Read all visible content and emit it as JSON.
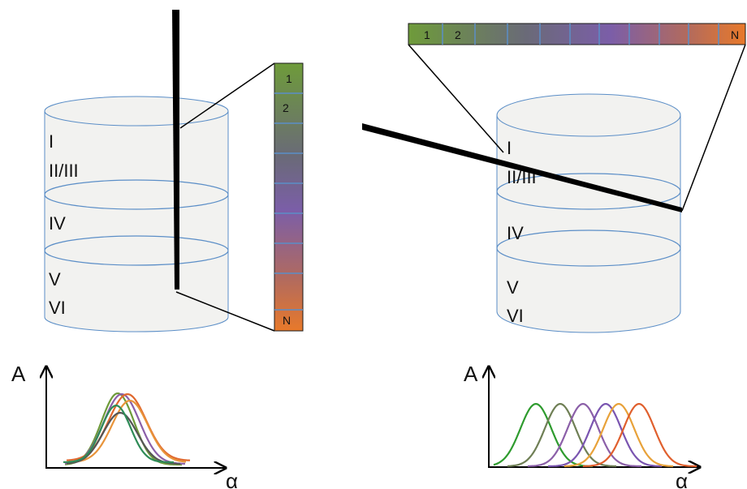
{
  "left_panel": {
    "layers": [
      "I",
      "II/III",
      "IV",
      "V",
      "VI"
    ],
    "probe_labels": [
      "1",
      "2",
      "N"
    ],
    "curve_colors": [
      "#6e9b3a",
      "#8b5fa8",
      "#e0682e",
      "#e8943a",
      "#555555",
      "#2e8b57"
    ],
    "x_axis_label": "α",
    "y_axis_label": "A"
  },
  "right_panel": {
    "layers": [
      "I",
      "II/III",
      "IV",
      "V",
      "VI"
    ],
    "probe_labels": [
      "1",
      "2",
      "N"
    ],
    "curve_colors": [
      "#2e9b2e",
      "#6f7f55",
      "#8b5fa8",
      "#7a55b0",
      "#e8a23a",
      "#e0602e"
    ],
    "x_axis_label": "α",
    "y_axis_label": "A"
  },
  "colors": {
    "cylinder_fill": "#f2f2f0",
    "cylinder_stroke": "#5b8ec7",
    "probe": "#000000",
    "gradient_start": "#6e9b3a",
    "gradient_mid": "#7b5ea8",
    "gradient_end": "#e8792a"
  }
}
